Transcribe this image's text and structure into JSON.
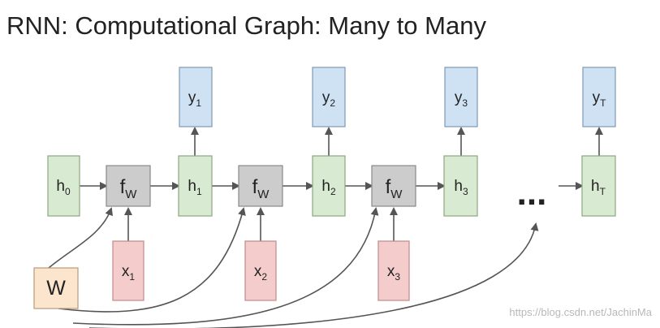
{
  "title": "RNN: Computational Graph: Many to Many",
  "colors": {
    "hidden_fill": "#d9ead3",
    "hidden_stroke": "#8aa87f",
    "output_fill": "#cfe2f3",
    "output_stroke": "#7f9ab3",
    "input_fill": "#f4cccc",
    "input_stroke": "#c08a8a",
    "function_fill": "#cccccc",
    "function_stroke": "#888888",
    "weight_fill": "#fce5cd",
    "weight_stroke": "#b89a78",
    "edge": "#555555"
  },
  "nodes": {
    "h0": {
      "base": "h",
      "sub": "0"
    },
    "f1": {
      "base": "f",
      "sub": "W"
    },
    "h1": {
      "base": "h",
      "sub": "1"
    },
    "f2": {
      "base": "f",
      "sub": "W"
    },
    "h2": {
      "base": "h",
      "sub": "2"
    },
    "f3": {
      "base": "f",
      "sub": "W"
    },
    "h3": {
      "base": "h",
      "sub": "3"
    },
    "hT": {
      "base": "h",
      "sub": "T"
    },
    "y1": {
      "base": "y",
      "sub": "1"
    },
    "y2": {
      "base": "y",
      "sub": "2"
    },
    "y3": {
      "base": "y",
      "sub": "3"
    },
    "yT": {
      "base": "y",
      "sub": "T"
    },
    "x1": {
      "base": "x",
      "sub": "1"
    },
    "x2": {
      "base": "x",
      "sub": "2"
    },
    "x3": {
      "base": "x",
      "sub": "3"
    },
    "W": {
      "base": "W",
      "sub": ""
    }
  },
  "ellipsis": "...",
  "watermark": "https://blog.csdn.net/JachinMa"
}
